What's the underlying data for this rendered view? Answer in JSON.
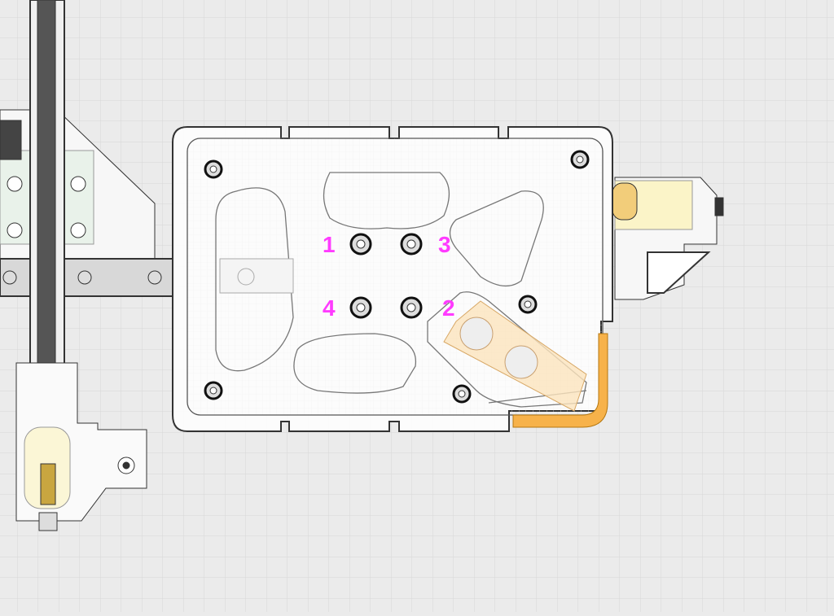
{
  "canvas": {
    "background": "#ebebeb",
    "grid_color": "#d6d6d6"
  },
  "labels": {
    "one": "1",
    "two": "2",
    "three": "3",
    "four": "4"
  },
  "colors": {
    "label": "#ff3bff",
    "bracket": "#f7b24a",
    "outline": "#3a3a3a"
  }
}
